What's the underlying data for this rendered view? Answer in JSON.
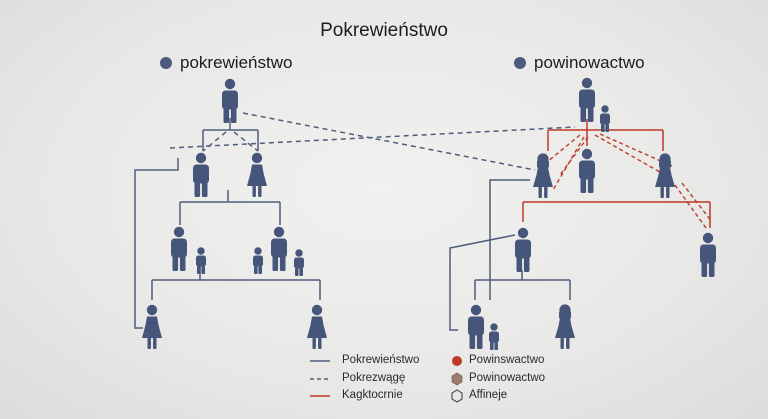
{
  "title": "Pokrewieństwo",
  "sections": {
    "left": "pokrewieństwo",
    "right": "powinowactwo"
  },
  "legend": {
    "left": [
      "Pokrewieństwo",
      "Pokrezwągę",
      "Kagktocrnie"
    ],
    "right": [
      "Powinswactwo",
      "Powinowactwo",
      "Affineje"
    ]
  },
  "colors": {
    "figure": "#46557a",
    "blood_line": "#4f5d7d",
    "affinity_line": "#c0392b",
    "legend_dot_red": "#c0392b",
    "legend_dot_brown": "#9a7b6e"
  },
  "icons": {
    "section_marker": "circle-dot-icon",
    "legend_red": "red-circle-icon",
    "legend_brown": "hexagon-icon",
    "legend_outline": "hexagon-outline-icon"
  }
}
